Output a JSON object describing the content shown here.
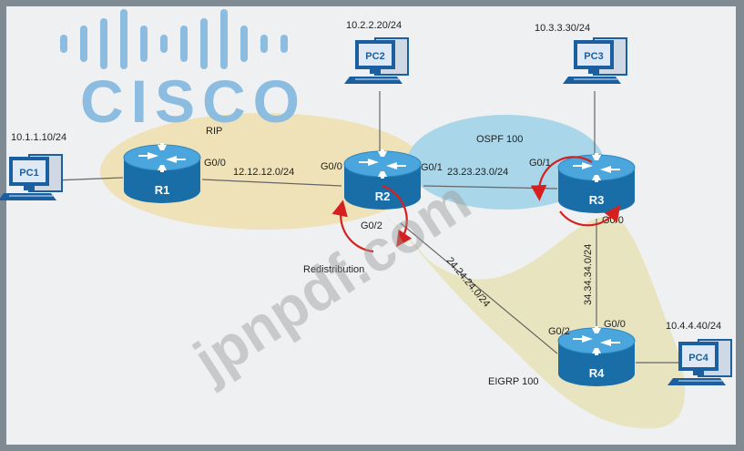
{
  "logo": {
    "text": "CISCO"
  },
  "watermark": {
    "text": "jpnpdf.com"
  },
  "domains": {
    "rip": "RIP",
    "ospf": "OSPF 100",
    "eigrp": "EIGRP 100",
    "redistribution": "Redistribution"
  },
  "devices": {
    "pc1": {
      "name": "PC1",
      "ip": "10.1.1.10/24"
    },
    "pc2": {
      "name": "PC2",
      "ip": "10.2.2.20/24"
    },
    "pc3": {
      "name": "PC3",
      "ip": "10.3.3.30/24"
    },
    "pc4": {
      "name": "PC4",
      "ip": "10.4.4.40/24"
    },
    "r1": {
      "name": "R1"
    },
    "r2": {
      "name": "R2"
    },
    "r3": {
      "name": "R3"
    },
    "r4": {
      "name": "R4"
    }
  },
  "interfaces": {
    "r1_g00": "G0/0",
    "r2_g00": "G0/0",
    "r2_g01": "G0/1",
    "r2_g02": "G0/2",
    "r3_g01": "G0/1",
    "r3_g00": "G0/0",
    "r4_g02": "G0/2",
    "r4_g00": "G0/0"
  },
  "subnets": {
    "r1_r2": "12.12.12.0/24",
    "r2_r3": "23.23.23.0/24",
    "r2_r4": "24.24.24.0/24",
    "r3_r4": "34.34.34.0/24"
  },
  "colors": {
    "frame": "#7f8a93",
    "background": "#eff0f2",
    "rip_zone": "#efe2b8",
    "ospf_zone": "#a9d6e8",
    "eigrp_zone": "#e8e4bf",
    "router_body": "#1a7ab8",
    "router_top": "#4aa6dc",
    "logo": "#8cbde1",
    "redistribution_arrow": "#d62020",
    "link": "#555555"
  }
}
